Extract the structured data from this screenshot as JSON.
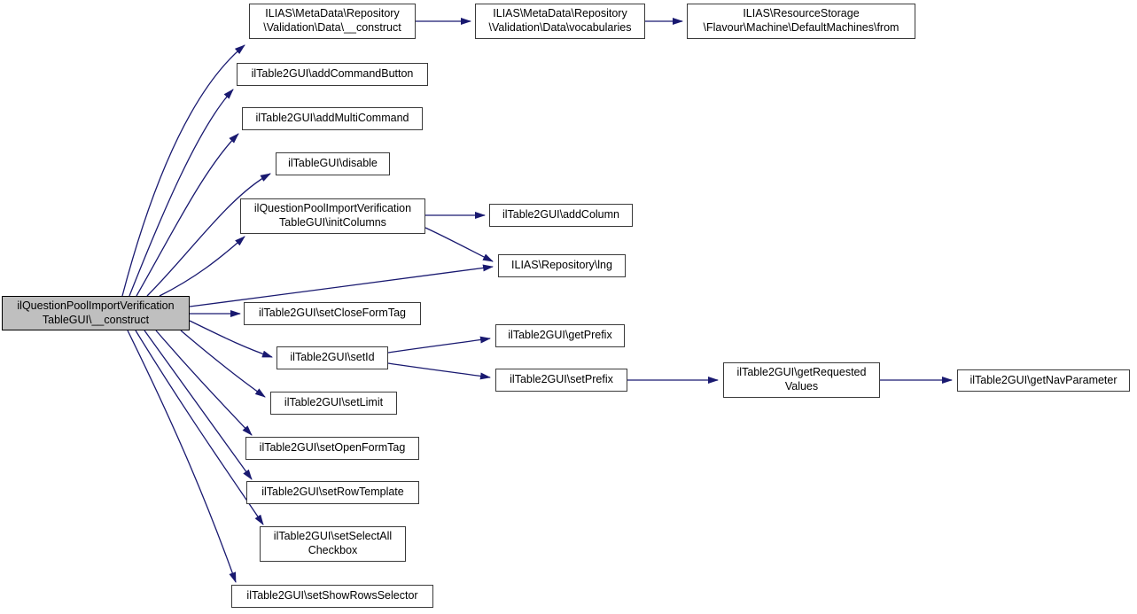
{
  "diagram": {
    "type": "call-graph",
    "background_color": "#ffffff",
    "edge_color": "#191970",
    "node_fill": "#ffffff",
    "node_border_color": "#3a3a3a",
    "main_node_fill": "#bfbfbf",
    "main_node_border_color": "#000000",
    "text_color": "#000000"
  },
  "nodes": [
    {
      "id": "construct-main",
      "line1": "ilQuestionPoolImportVerification",
      "line2": "TableGUI\\__construct"
    },
    {
      "id": "md-data-construct",
      "line1": "ILIAS\\MetaData\\Repository",
      "line2": "\\Validation\\Data\\__construct"
    },
    {
      "id": "md-data-vocabularies",
      "line1": "ILIAS\\MetaData\\Repository",
      "line2": "\\Validation\\Data\\vocabularies"
    },
    {
      "id": "default-machines-from",
      "line1": "ILIAS\\ResourceStorage",
      "line2": "\\Flavour\\Machine\\DefaultMachines\\from"
    },
    {
      "id": "add-command-button",
      "line1": "ilTable2GUI\\addCommandButton",
      "line2": ""
    },
    {
      "id": "add-multi-command",
      "line1": "ilTable2GUI\\addMultiCommand",
      "line2": ""
    },
    {
      "id": "disable",
      "line1": "ilTableGUI\\disable",
      "line2": ""
    },
    {
      "id": "init-columns",
      "line1": "ilQuestionPoolImportVerification",
      "line2": "TableGUI\\initColumns"
    },
    {
      "id": "add-column",
      "line1": "ilTable2GUI\\addColumn",
      "line2": ""
    },
    {
      "id": "lng",
      "line1": "ILIAS\\Repository\\lng",
      "line2": ""
    },
    {
      "id": "set-close-form-tag",
      "line1": "ilTable2GUI\\setCloseFormTag",
      "line2": ""
    },
    {
      "id": "set-id",
      "line1": "ilTable2GUI\\setId",
      "line2": ""
    },
    {
      "id": "get-prefix",
      "line1": "ilTable2GUI\\getPrefix",
      "line2": ""
    },
    {
      "id": "set-prefix",
      "line1": "ilTable2GUI\\setPrefix",
      "line2": ""
    },
    {
      "id": "get-requested-values",
      "line1": "ilTable2GUI\\getRequested",
      "line2": "Values"
    },
    {
      "id": "get-nav-parameter",
      "line1": "ilTable2GUI\\getNavParameter",
      "line2": ""
    },
    {
      "id": "set-limit",
      "line1": "ilTable2GUI\\setLimit",
      "line2": ""
    },
    {
      "id": "set-open-form-tag",
      "line1": "ilTable2GUI\\setOpenFormTag",
      "line2": ""
    },
    {
      "id": "set-row-template",
      "line1": "ilTable2GUI\\setRowTemplate",
      "line2": ""
    },
    {
      "id": "set-select-all",
      "line1": "ilTable2GUI\\setSelectAll",
      "line2": "Checkbox"
    },
    {
      "id": "set-show-rows-selector",
      "line1": "ilTable2GUI\\setShowRowsSelector",
      "line2": ""
    }
  ],
  "edges": [
    {
      "from": "ilQuestionPoolImportVerificationTableGUI\\__construct",
      "to": "ILIAS\\MetaData\\Repository\\Validation\\Data\\__construct"
    },
    {
      "from": "ilQuestionPoolImportVerificationTableGUI\\__construct",
      "to": "ilTable2GUI\\addCommandButton"
    },
    {
      "from": "ilQuestionPoolImportVerificationTableGUI\\__construct",
      "to": "ilTable2GUI\\addMultiCommand"
    },
    {
      "from": "ilQuestionPoolImportVerificationTableGUI\\__construct",
      "to": "ilTableGUI\\disable"
    },
    {
      "from": "ilQuestionPoolImportVerificationTableGUI\\__construct",
      "to": "ilQuestionPoolImportVerificationTableGUI\\initColumns"
    },
    {
      "from": "ilQuestionPoolImportVerificationTableGUI\\__construct",
      "to": "ILIAS\\Repository\\lng"
    },
    {
      "from": "ilQuestionPoolImportVerificationTableGUI\\__construct",
      "to": "ilTable2GUI\\setCloseFormTag"
    },
    {
      "from": "ilQuestionPoolImportVerificationTableGUI\\__construct",
      "to": "ilTable2GUI\\setId"
    },
    {
      "from": "ilQuestionPoolImportVerificationTableGUI\\__construct",
      "to": "ilTable2GUI\\setLimit"
    },
    {
      "from": "ilQuestionPoolImportVerificationTableGUI\\__construct",
      "to": "ilTable2GUI\\setOpenFormTag"
    },
    {
      "from": "ilQuestionPoolImportVerificationTableGUI\\__construct",
      "to": "ilTable2GUI\\setRowTemplate"
    },
    {
      "from": "ilQuestionPoolImportVerificationTableGUI\\__construct",
      "to": "ilTable2GUI\\setSelectAllCheckbox"
    },
    {
      "from": "ilQuestionPoolImportVerificationTableGUI\\__construct",
      "to": "ilTable2GUI\\setShowRowsSelector"
    },
    {
      "from": "ILIAS\\MetaData\\Repository\\Validation\\Data\\__construct",
      "to": "ILIAS\\MetaData\\Repository\\Validation\\Data\\vocabularies"
    },
    {
      "from": "ILIAS\\MetaData\\Repository\\Validation\\Data\\vocabularies",
      "to": "ILIAS\\ResourceStorage\\Flavour\\Machine\\DefaultMachines\\from"
    },
    {
      "from": "ilQuestionPoolImportVerificationTableGUI\\initColumns",
      "to": "ilTable2GUI\\addColumn"
    },
    {
      "from": "ilQuestionPoolImportVerificationTableGUI\\initColumns",
      "to": "ILIAS\\Repository\\lng"
    },
    {
      "from": "ilTable2GUI\\setId",
      "to": "ilTable2GUI\\getPrefix"
    },
    {
      "from": "ilTable2GUI\\setId",
      "to": "ilTable2GUI\\setPrefix"
    },
    {
      "from": "ilTable2GUI\\setPrefix",
      "to": "ilTable2GUI\\getRequestedValues"
    },
    {
      "from": "ilTable2GUI\\getRequestedValues",
      "to": "ilTable2GUI\\getNavParameter"
    }
  ]
}
